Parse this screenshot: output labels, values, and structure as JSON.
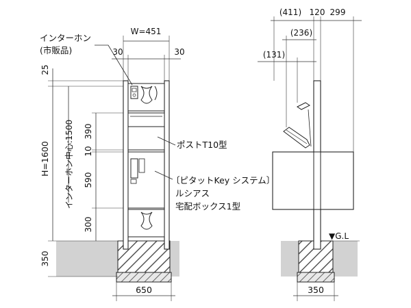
{
  "labels": {
    "intercom": "インターホン",
    "intercom_note": "(市販品)",
    "post": "ポストT10型",
    "pitat": "〔ピタットKey システム〕",
    "lucias": "ルシアス",
    "parcel": "宅配ボックス1型",
    "intercom_center": "インターホン中心:1500",
    "gl": "▼G.L"
  },
  "dimensions": {
    "width_total": "W=451",
    "left_margin": "30",
    "right_margin": "30",
    "height_total": "H=1600",
    "top_25": "25",
    "d390": "390",
    "d10": "10",
    "d590": "590",
    "d300": "300",
    "d350_vertical": "350",
    "base_width_front": "650",
    "base_width_side": "350",
    "side_411": "(411)",
    "side_120": "120",
    "side_299": "299",
    "side_236": "(236)",
    "side_131": "(131)"
  },
  "colors": {
    "line": "#1a1a1a",
    "dim_line": "#333333",
    "ground": "#cfcfcf",
    "hatch": "#555555"
  }
}
